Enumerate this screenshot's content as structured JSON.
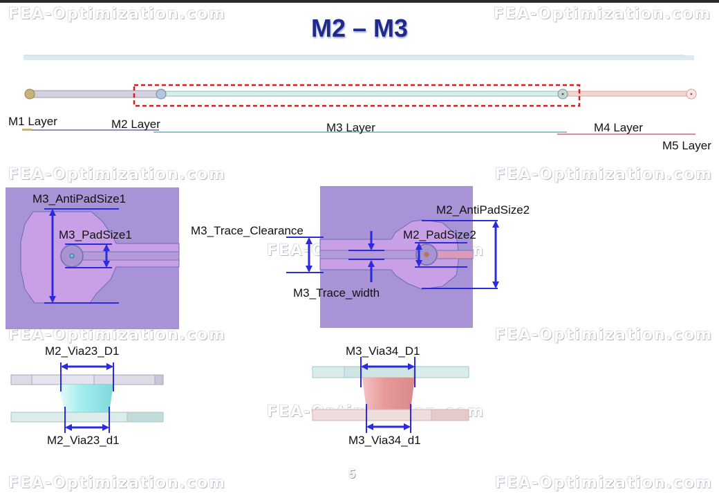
{
  "slide": {
    "title": "M2 – M3",
    "page_number": "5"
  },
  "watermark": "FEA-Optimization.com",
  "layers": {
    "m1": "M1 Layer",
    "m2": "M2 Layer",
    "m3": "M3 Layer",
    "m4": "M4 Layer",
    "m5": "M5 Layer"
  },
  "pad_views": {
    "left": {
      "antipad_label": "M3_AntiPadSize1",
      "pad_label": "M3_PadSize1"
    },
    "right": {
      "clearance_label": "M3_Trace_Clearance",
      "antipad_label": "M2_AntiPadSize2",
      "pad_label": "M2_PadSize2",
      "trace_width_label": "M3_Trace_width"
    }
  },
  "via_views": {
    "via23": {
      "top_label": "M2_Via23_D1",
      "bottom_label": "M2_Via23_d1"
    },
    "via34": {
      "top_label": "M3_Via34_D1",
      "bottom_label": "M3_Via34_d1"
    }
  },
  "colors": {
    "title": "#1f2a8a",
    "dimension_arrow": "#2a2ae0",
    "highlight_box": "#e01818",
    "pad_background": "#a793d6",
    "pad_shape": "#c9a0e6"
  }
}
